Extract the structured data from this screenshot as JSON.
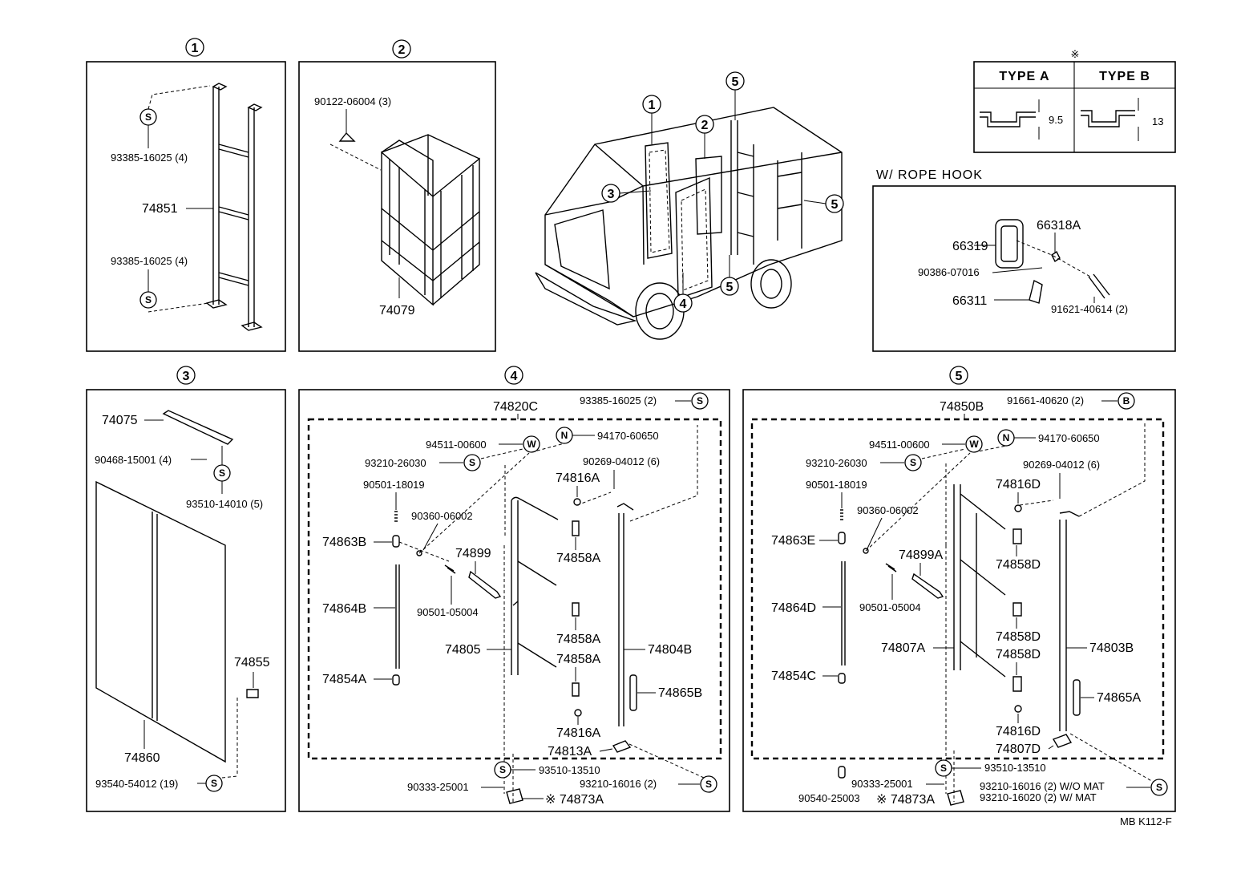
{
  "footer_code": "MB K112-F",
  "type_table": {
    "marker": "※",
    "type_a": "TYPE  A",
    "type_b": "TYPE  B",
    "dim_a": "9.5",
    "dim_b": "13"
  },
  "callout_nums": [
    "1",
    "2",
    "3",
    "4",
    "5"
  ],
  "callout_symbols": {
    "S": "S",
    "W": "W",
    "N": "N",
    "B": "B"
  },
  "rope_hook": {
    "title": "W/ ROPE  HOOK",
    "labels": [
      "66319",
      "66318A",
      "90386-07016",
      "66311",
      "91621-40614 (2)"
    ]
  },
  "section1": {
    "title": "1",
    "labels": [
      "93385-16025 (4)",
      "74851",
      "93385-16025 (4)"
    ]
  },
  "section2": {
    "title": "2",
    "labels": [
      "90122-06004 (3)",
      "74079"
    ]
  },
  "section3": {
    "title": "3",
    "labels": [
      "74075",
      "90468-15001 (4)",
      "93510-14010 (5)",
      "74855",
      "74860",
      "93540-54012 (19)"
    ]
  },
  "section4": {
    "title": "4",
    "assy": "74820C",
    "labels": [
      "93385-16025 (2)",
      "94511-00600",
      "94170-60650",
      "93210-26030",
      "90501-18019",
      "90269-04012 (6)",
      "74816A",
      "90360-06002",
      "74863B",
      "74899",
      "74858A",
      "90501-05004",
      "74864B",
      "74805",
      "74858A",
      "74804B",
      "74858A",
      "74854A",
      "74865B",
      "74816A",
      "74813A",
      "93510-13510",
      "93210-16016 (2)",
      "90333-25001",
      "※ 74873A"
    ]
  },
  "section5": {
    "title": "5",
    "assy": "74850B",
    "labels": [
      "91661-40620 (2)",
      "94511-00600",
      "94170-60650",
      "93210-26030",
      "90501-18019",
      "90269-04012 (6)",
      "74816D",
      "90360-06002",
      "74863E",
      "74899A",
      "74858D",
      "90501-05004",
      "74864D",
      "74807A",
      "74858D",
      "74803B",
      "74858D",
      "74854C",
      "74865A",
      "74816D",
      "74807D",
      "93510-13510",
      "90333-25001",
      "93210-16016 (2) W/O MAT",
      "93210-16020 (2) W/ MAT",
      "90540-25003",
      "※ 74873A"
    ]
  }
}
